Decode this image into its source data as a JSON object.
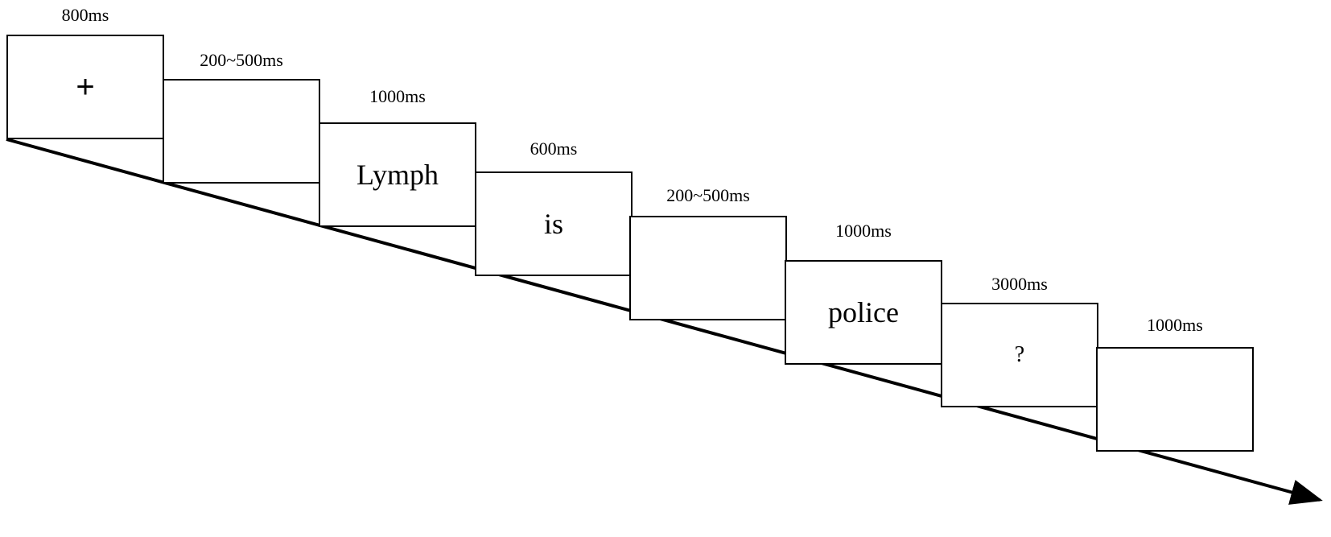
{
  "diagram": {
    "type": "trial-sequence",
    "steps": [
      {
        "duration": "800ms",
        "content": "+"
      },
      {
        "duration": "200~500ms",
        "content": ""
      },
      {
        "duration": "1000ms",
        "content": "Lymph"
      },
      {
        "duration": "600ms",
        "content": "is"
      },
      {
        "duration": "200~500ms",
        "content": ""
      },
      {
        "duration": "1000ms",
        "content": "police"
      },
      {
        "duration": "3000ms",
        "content": "?"
      },
      {
        "duration": "1000ms",
        "content": ""
      }
    ]
  }
}
